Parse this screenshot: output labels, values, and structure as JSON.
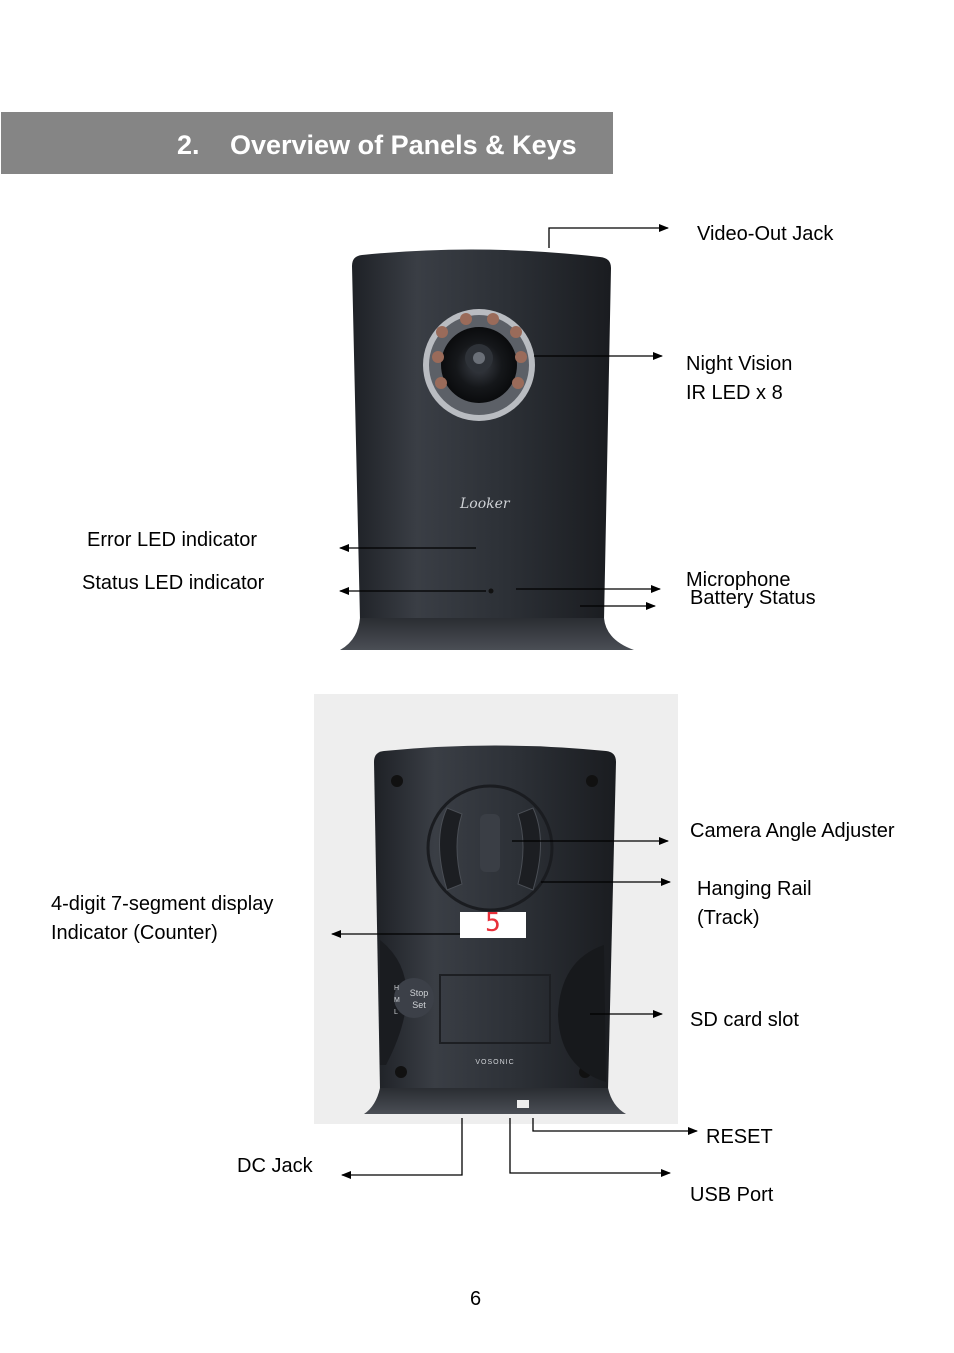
{
  "section": {
    "number": "2.",
    "title": "Overview of Panels & Keys"
  },
  "front_panel": {
    "brand": "Looker",
    "labels": {
      "video_out_jack": "Video-Out Jack",
      "night_vision_line1": "Night Vision",
      "night_vision_line2": "IR LED x 8",
      "error_led": "Error LED indicator",
      "status_led": "Status LED indicator",
      "microphone": "Microphone",
      "battery_status": "Battery Status"
    }
  },
  "back_panel": {
    "brand": "VOSONIC",
    "display_value": "5",
    "button_labels": {
      "stop": "Stop",
      "set": "Set",
      "h": "H",
      "m": "M",
      "l": "L"
    },
    "labels": {
      "camera_angle_adjuster": "Camera Angle Adjuster",
      "hanging_rail_line1": "Hanging Rail",
      "hanging_rail_line2": "(Track)",
      "display_line1": "4-digit 7-segment display",
      "display_line2": "Indicator (Counter)",
      "sd_card_slot": "SD card slot",
      "reset": "RESET",
      "dc_jack": "DC Jack",
      "usb_port": "USB Port"
    }
  },
  "page_number": "6",
  "colors": {
    "title_bar": "#858585",
    "device_body": "#2b2e33",
    "display_red": "#e8303a"
  }
}
